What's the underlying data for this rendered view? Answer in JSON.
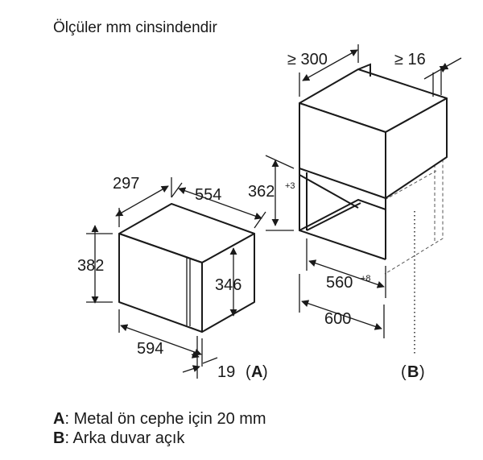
{
  "title": "Ölçüler mm cinsindendir",
  "appliance": {
    "depth": "297",
    "depth_overall": "554",
    "height": "382",
    "inner_height": "346",
    "width": "594",
    "front_thickness": "19",
    "label_open": "(",
    "label_letter": "A",
    "label_close": ")"
  },
  "niche": {
    "min_depth": "≥ 300",
    "min_gap": "≥ 16",
    "opening_height": "362",
    "opening_height_tol": "+3",
    "opening_width": "560",
    "opening_width_tol": "+8",
    "width": "600",
    "label_open": "(",
    "label_letter": "B",
    "label_close": ")"
  },
  "legend": [
    {
      "key": "A",
      "text": ": Metal ön cephe için 20 mm"
    },
    {
      "key": "B",
      "text": ": Arka duvar açık"
    }
  ]
}
